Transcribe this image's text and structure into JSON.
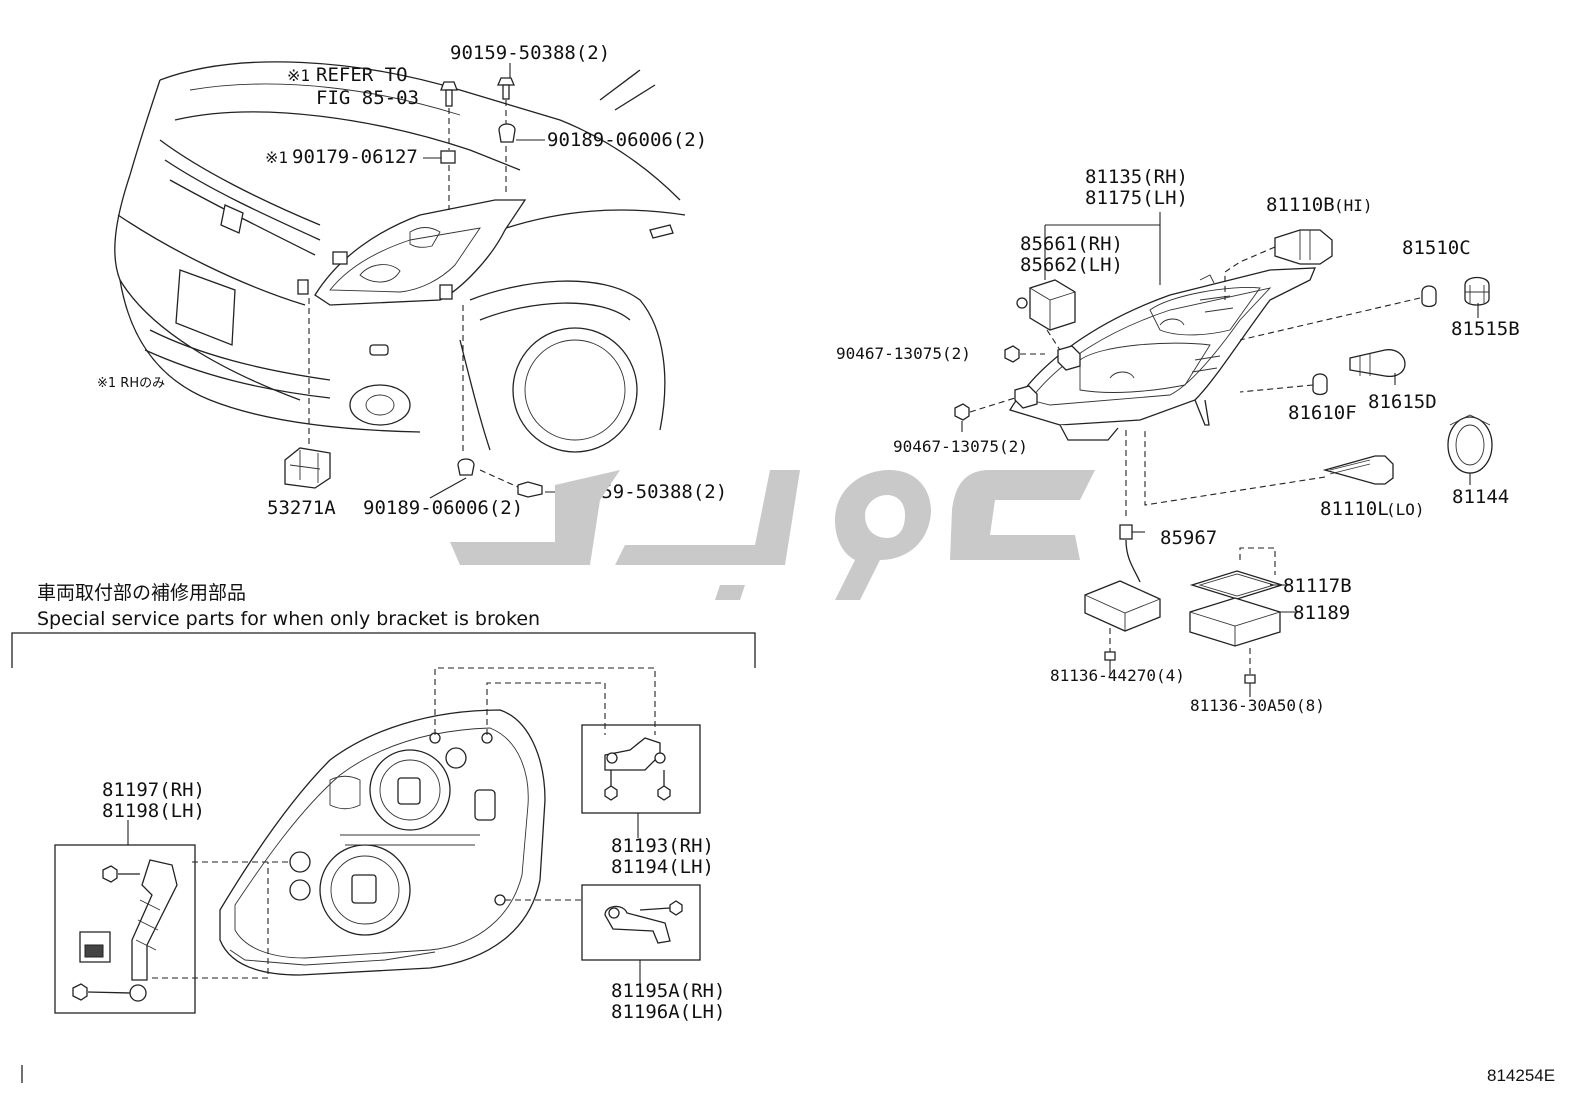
{
  "colors": {
    "ink": "#111111",
    "watermark": "#c9c9c9",
    "background": "#ffffff"
  },
  "diagram_code": "814254E",
  "top_left": {
    "note_refer_mark": "※1",
    "note_refer": "REFER TO",
    "note_fig": "FIG 85-03",
    "mark_90179": "※1",
    "part_90179": "90179-06127",
    "part_90159_top": "90159-50388(2)",
    "part_90189_top": "90189-06006(2)",
    "part_90189_bottom": "90189-06006(2)",
    "part_90159_bottom": "90159-50388(2)",
    "part_53271A": "53271A",
    "rh_note": "※1 RHのみ"
  },
  "right": {
    "part_81135": "81135(RH)",
    "part_81175": "81175(LH)",
    "part_85661": "85661(RH)",
    "part_85662": "85662(LH)",
    "part_81110B": "81110B",
    "label_hi": "(HI)",
    "part_81510C": "81510C",
    "part_81515B": "81515B",
    "part_90467_a": "90467-13075(2)",
    "part_90467_b": "90467-13075(2)",
    "part_81610F": "81610F",
    "part_81615D": "81615D",
    "part_81144": "81144",
    "part_81110L": "81110L",
    "label_lo": "(LO)",
    "part_85967": "85967",
    "part_81117B": "81117B",
    "part_81189": "81189",
    "part_81136_a": "81136-44270(4)",
    "part_81136_b": "81136-30A50(8)"
  },
  "bottom": {
    "title_jp": "車両取付部の補修用部品",
    "title_en": "Special service parts for when only bracket is broken",
    "part_81197": "81197(RH)",
    "part_81198": "81198(LH)",
    "part_81193": "81193(RH)",
    "part_81194": "81194(LH)",
    "part_81195A": "81195A(RH)",
    "part_81196A": "81196A(LH)"
  }
}
